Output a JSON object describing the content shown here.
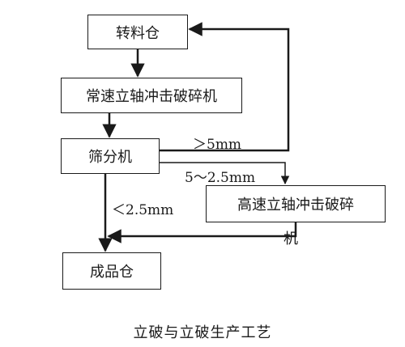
{
  "nodes": {
    "transfer_bin": "转料仓",
    "normal_crusher": "常速立轴冲击破碎机",
    "screen": "筛分机",
    "highspeed_crusher": "高速立轴冲击破碎",
    "highspeed_crusher_wrap": "机",
    "product_bin": "成品仓"
  },
  "labels": {
    "gt5": "＞5mm",
    "mid": "5～2.5mm",
    "lt25": "＜2.5mm"
  },
  "caption": "立破与立破生产工艺",
  "colors": {
    "line": "#1a1a1a",
    "background": "#ffffff"
  }
}
